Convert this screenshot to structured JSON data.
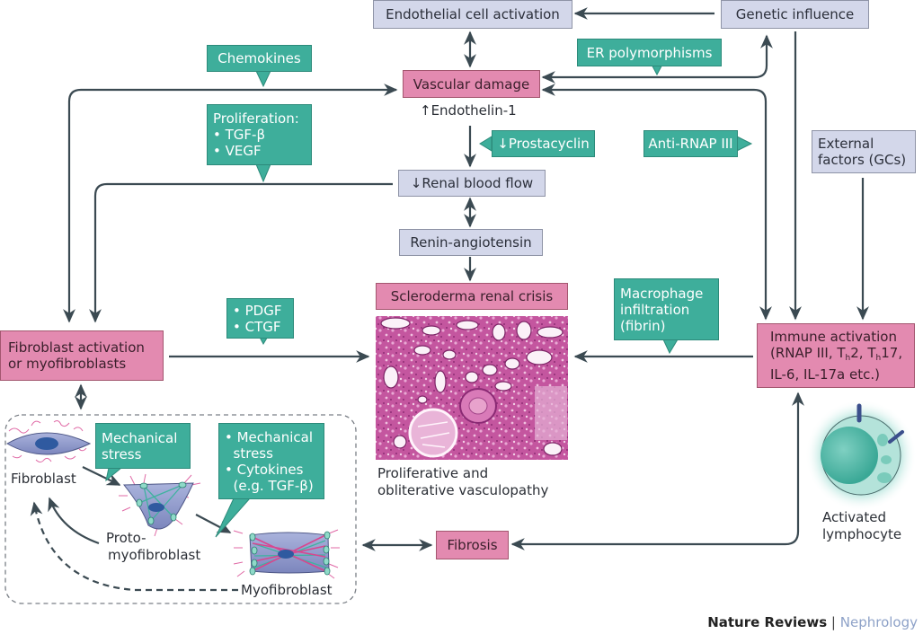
{
  "colors": {
    "lavender": "#d3d7ea",
    "pink": "#e38ab0",
    "teal": "#3eae9b",
    "line": "#3b4a52",
    "micrograph": "#b2438f",
    "cell": "#8d98c8",
    "lymphocyte": "#6cc6b6"
  },
  "nodes": {
    "endothelial": "Endothelial cell activation",
    "genetic": "Genetic influence",
    "vascular": "Vascular damage",
    "endothelin": "↑Endothelin-1",
    "renal_flow": "↓Renal blood flow",
    "renin": "Renin-angiotensin",
    "src": "Scleroderma renal crisis",
    "external_line1": "External",
    "external_line2": "factors (GCs)",
    "fibroblast_line1": "Fibroblast activation",
    "fibroblast_line2": "or myofibroblasts",
    "immune_line1": "Immune activation",
    "immune_line2_a": "(RNAP III, T",
    "immune_sub1": "h",
    "immune_line2_b": "2, T",
    "immune_sub2": "h",
    "immune_line2_c": "17,",
    "immune_line3": "IL-6, IL-17a etc.)",
    "fibrosis": "Fibrosis"
  },
  "callouts": {
    "chemokines": "Chemokines",
    "proliferation_title": "Proliferation:",
    "proliferation_items": [
      "• TGF-β",
      "• VEGF"
    ],
    "er": "ER polymorphisms",
    "prostacyclin": "↓Prostacyclin",
    "anti_rnap": "Anti-RNAP III",
    "pdgf_items": [
      "• PDGF",
      "• CTGF"
    ],
    "macrophage_lines": [
      "Macrophage",
      "infiltration",
      "(fibrin)"
    ],
    "mech1_lines": [
      "Mechanical",
      "stress"
    ],
    "mech2_lines": [
      "• Mechanical",
      "  stress",
      "• Cytokines",
      "  (e.g. TGF-β)"
    ]
  },
  "labels": {
    "vasculopathy_line1": "Proliferative and",
    "vasculopathy_line2": "obliterative vasculopathy",
    "fibroblast_cell": "Fibroblast",
    "proto_line1": "Proto-",
    "proto_line2": "myofibroblast",
    "myofibroblast": "Myofibroblast",
    "lymph_line1": "Activated",
    "lymph_line2": "lymphocyte"
  },
  "credit": {
    "journal": "Nature Reviews",
    "separator": "|",
    "subject": "Nephrology"
  }
}
